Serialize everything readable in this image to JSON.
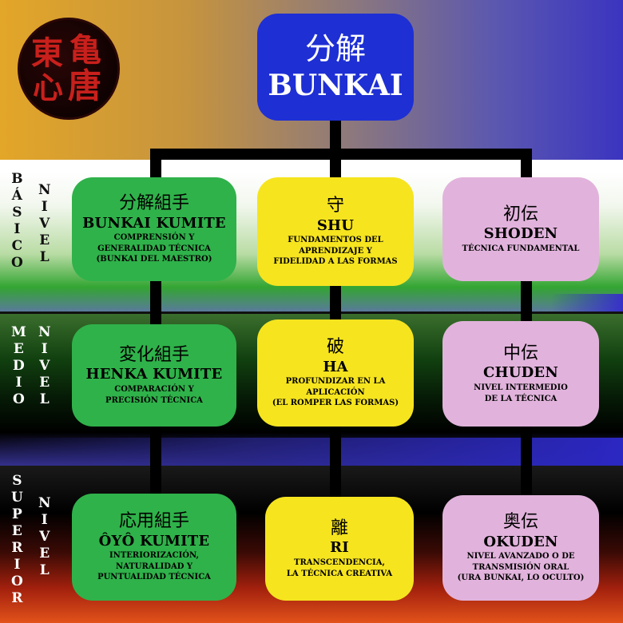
{
  "seal": {
    "chars": [
      "亀",
      "唐",
      "東",
      "心"
    ]
  },
  "top": {
    "kanji": "分解",
    "title": "BUNKAI"
  },
  "levels": {
    "basic": {
      "left": [
        "B",
        "Á",
        "S",
        "I",
        "C",
        "O"
      ],
      "right": [
        "N",
        "I",
        "V",
        "E",
        "L"
      ]
    },
    "medio": {
      "left": [
        "M",
        "E",
        "D",
        "I",
        "O"
      ],
      "right": [
        "N",
        "I",
        "V",
        "E",
        "L"
      ]
    },
    "superior": {
      "left": [
        "S",
        "U",
        "P",
        "E",
        "R",
        "I",
        "O",
        "R"
      ],
      "right": [
        "N",
        "I",
        "V",
        "E",
        "L"
      ]
    }
  },
  "rows": [
    [
      {
        "kanji": "分解組手",
        "name": "BUNKAI KUMITE",
        "desc": [
          "COMPRENSIÓN Y",
          "GENERALIDAD TÉCNICA",
          "(BUNKAI DEL MAESTRO)"
        ]
      },
      {
        "kanji": "守",
        "name": "SHU",
        "desc": [
          "FUNDAMENTOS DEL",
          "APRENDIZAJE Y",
          "FIDELIDAD A LAS FORMAS"
        ]
      },
      {
        "kanji": "初伝",
        "name": "SHODEN",
        "desc": [
          "TÉCNICA FUNDAMENTAL"
        ]
      }
    ],
    [
      {
        "kanji": "変化組手",
        "name": "HENKA KUMITE",
        "desc": [
          "COMPARACIÓN Y",
          "PRECISIÓN TÉCNICA"
        ]
      },
      {
        "kanji": "破",
        "name": "HA",
        "desc": [
          "PROFUNDIZAR EN LA",
          "APLICACIÓN",
          "(EL ROMPER LAS FORMAS)"
        ]
      },
      {
        "kanji": "中伝",
        "name": "CHUDEN",
        "desc": [
          "NIVEL INTERMEDIO",
          "DE LA TÉCNICA"
        ]
      }
    ],
    [
      {
        "kanji": "応用組手",
        "name": "ÔYÔ KUMITE",
        "desc": [
          "INTERIORIZACIÓN,",
          "NATURALIDAD Y",
          "PUNTUALIDAD TÉCNICA"
        ]
      },
      {
        "kanji": "離",
        "name": "RI",
        "desc": [
          "TRANSCENDENCIA,",
          "LA TÉCNICA CREATIVA"
        ]
      },
      {
        "kanji": "奥伝",
        "name": "OKUDEN",
        "desc": [
          "NIVEL AVANZADO O DE",
          "TRANSMISIÓN ORAL",
          "(URA BUNKAI, LO OCULTO)"
        ]
      }
    ]
  ],
  "colors": {
    "top": "#1e2fd4",
    "green": "#2fb24a",
    "yellow": "#f6e41f",
    "pink": "#e1b3dc",
    "seal": "#c8201c"
  }
}
